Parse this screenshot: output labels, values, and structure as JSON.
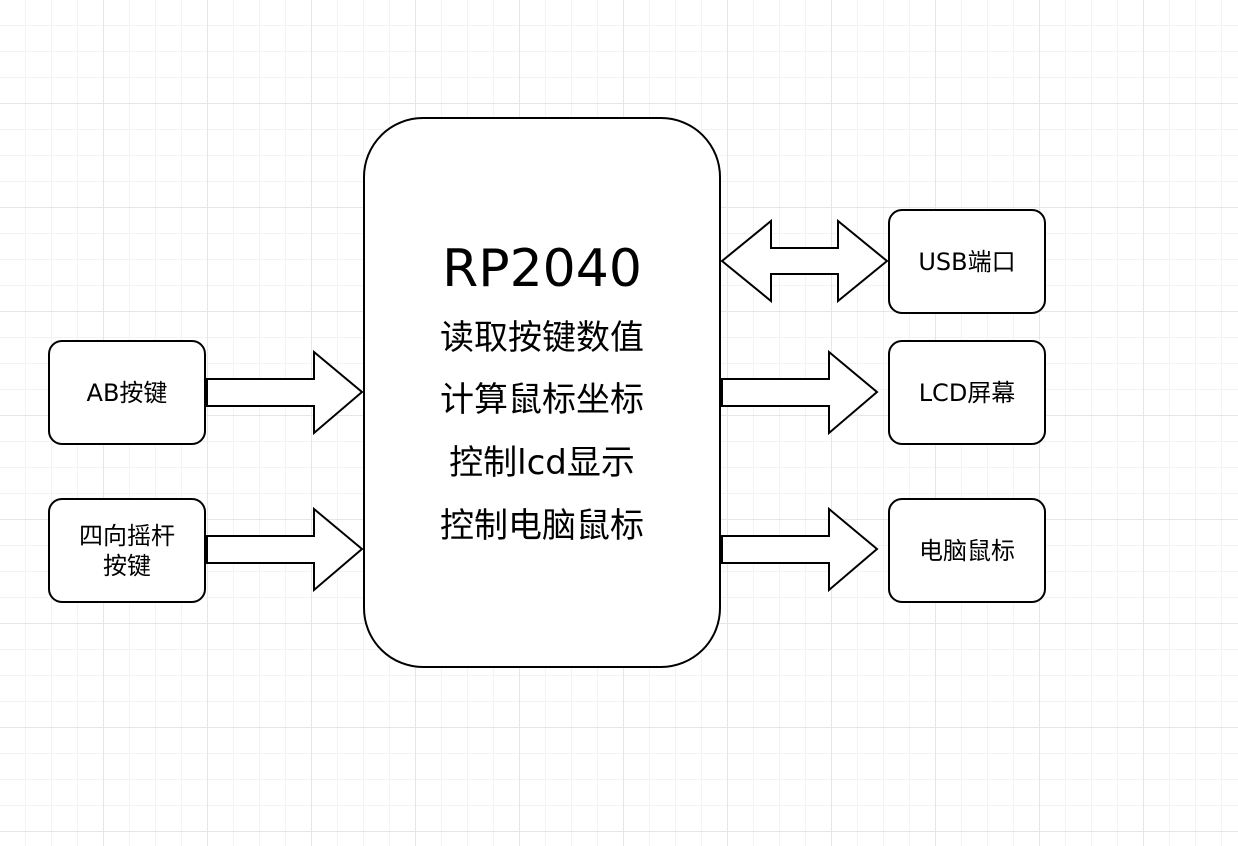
{
  "inputs": [
    {
      "id": "ab-buttons",
      "label": "AB按键"
    },
    {
      "id": "joystick",
      "label": "四向摇杆\n按键"
    }
  ],
  "controller": {
    "title": "RP2040",
    "functions": [
      "读取按键数值",
      "计算鼠标坐标",
      "控制lcd显示",
      "控制电脑鼠标"
    ]
  },
  "outputs": [
    {
      "id": "usb-port",
      "label": "USB端口"
    },
    {
      "id": "lcd-screen",
      "label": "LCD屏幕"
    },
    {
      "id": "pc-mouse",
      "label": "电脑鼠标"
    }
  ]
}
